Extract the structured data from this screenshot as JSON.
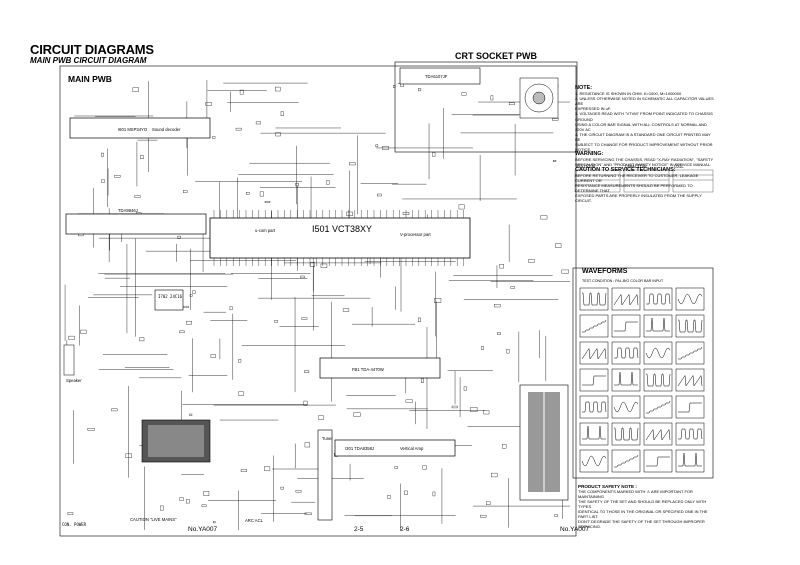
{
  "header": {
    "title": "CIRCUIT DIAGRAMS",
    "subtitle": "MAIN PWB CIRCUIT DIAGRAM"
  },
  "sections": {
    "main_pwb": "MAIN PWB",
    "crt_socket_pwb": "CRT SOCKET PWB"
  },
  "chips": {
    "main_ic": "I501 VCT38XY",
    "main_ic_left": "u-com part",
    "main_ic_right": "V-processor part",
    "sound": "I601 MSP34YO",
    "sound_label": "Sound decoder",
    "tda": "TDA9846J",
    "crt": "TDA6107JF",
    "vertical": "I301 TDA8358J",
    "vertical_label": "Vertical Amp",
    "fbt": "FB1 TDA-4470W",
    "i702": "I702 24C16",
    "tuner": "Tuner",
    "speaker": "Speaker",
    "ac": "ARC ACL"
  },
  "notes": {
    "heading": "NOTE:",
    "lines": [
      "1. RESISTANCE IS SHOWN IN OHM. K=1000, M=1000000",
      "2. UNLESS OTHERWISE NOTED IN SCHEMATIC ALL CAPACITOR VALUES ARE",
      "   EXPRESSED IN uF.",
      "3. VOLTAGES READ WITH \"VTVM\" FROM POINT INDICATED TO CHASSIS GROUND",
      "   USING A COLOR BAR SIGNAL WITH ALL CONTROLS AT NORMAL AND 220V AC",
      "4. THE CIRCUIT DIAGRAM IS A STANDARD ONE CIRCUIT PRINTED MAY BE",
      "   SUBJECT TO CHANGE FOR PRODUCT IMPROVEMENT WITHOUT PRIOR NOTICE."
    ],
    "warning_heading": "WARNING:",
    "warning_lines": [
      "BEFORE SERVICING THE CHASSIS, READ \"X-RAY RADIATION\", \"SAFETY",
      "PRECAUTION\" AND \"PRODUCT SAFETY NOTICE\" IN SERVICE MANUAL."
    ],
    "caution_heading": "CAUTION TO SERVICE TECHNICIANS:",
    "caution_lines": [
      "BEFORE RETURNING THE RECEIVER TO CUSTOMER, LEAKAGE CURRENT OR",
      "RESISTANCE MEASUREMENTS SHOULD BE PERFORMED TO DETERMINE THAT",
      "EXPOSED PARTS ARE PROPERLY INSULATED FROM THE SUPPLY CIRCUIT."
    ],
    "resistor": "RESISTOR",
    "capacitor": "CAPACITOR",
    "coil": "COIL"
  },
  "waveforms": {
    "title": "WAVEFORMS",
    "subtitle": "TEST CONDITION : PAL-B/G COLOR BAR INPUT"
  },
  "safety": {
    "heading": "PRODUCT SAFETY NOTE :",
    "lines": [
      "THE COMPONENTS MARKED WITH ⚠ ARE IMPORTANT FOR MAINTAINING",
      "THE SAFETY OF THE SET AND SHOULD BE REPLACED ONLY WITH TYPES",
      "IDENTICAL TO THOSE IN THE ORIGINAL OR SPECIFIED ONE IN THE PART LIST.",
      "DON'T DEGRADE THE SAFETY OF THE SET THROUGH IMPROPER SERVICING."
    ]
  },
  "footer": {
    "left": "No.YA007",
    "page_left": "2-5",
    "page_right": "2-6",
    "right": "No.YA007"
  },
  "misc": {
    "caution_live": "CAUTION \"LIVE MAINS\"",
    "power": "CON. POWER"
  }
}
